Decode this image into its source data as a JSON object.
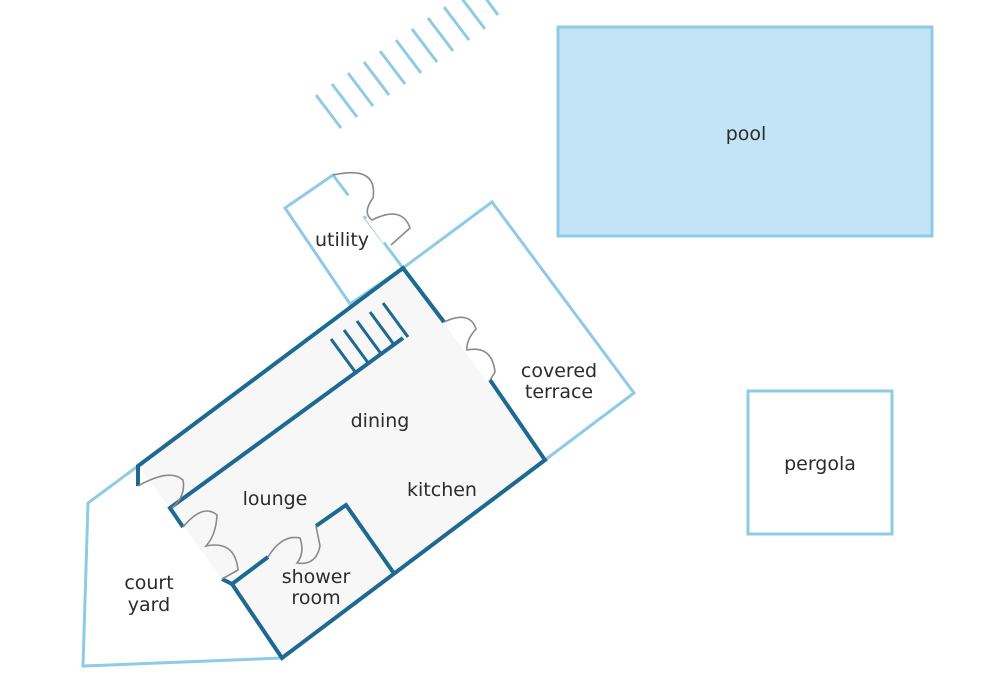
{
  "labels": {
    "pool": "pool",
    "utility": "utility",
    "covered": "covered",
    "terrace": "terrace",
    "dining": "dining",
    "kitchen": "kitchen",
    "lounge": "lounge",
    "pergola": "pergola",
    "shower": "shower",
    "room": "room",
    "court": "court",
    "yard": "yard"
  },
  "colors": {
    "wall_dark": "#1d6991",
    "wall_light": "#8fcbe6",
    "pool_fill": "#c3e4f5",
    "interior_fill": "#f7f7f7",
    "door": "#8a8a8a",
    "text": "#2b2b2b"
  }
}
